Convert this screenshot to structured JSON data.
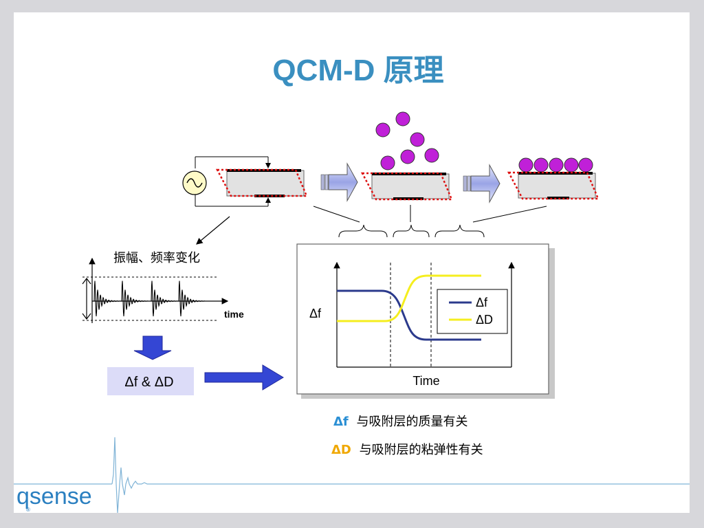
{
  "title": "QCM-D 原理",
  "oscillation": {
    "caption": "振幅、频率变化",
    "axis_label": "time"
  },
  "result_box": {
    "label": "Δf & ΔD"
  },
  "plot": {
    "y_label": "Δf",
    "x_label": "Time",
    "legend": [
      {
        "label": "Δf",
        "color": "#2b3a8c"
      },
      {
        "label": "ΔD",
        "color": "#f5ee1e"
      }
    ]
  },
  "notes": [
    {
      "symbol": "Δf",
      "text": "与吸附层的质量有关",
      "color": "#2a8fd4"
    },
    {
      "symbol": "ΔD",
      "text": "与吸附层的粘弹性有关",
      "color": "#f0a800"
    }
  ],
  "logo": {
    "text": "qsense",
    "registered": "®"
  },
  "colors": {
    "title": "#3a8fc0",
    "molecule": "#c020d8",
    "dash_red": "#dd1111",
    "arrow_blue": "#3446d4",
    "label_bg": "#dcdcf8"
  }
}
